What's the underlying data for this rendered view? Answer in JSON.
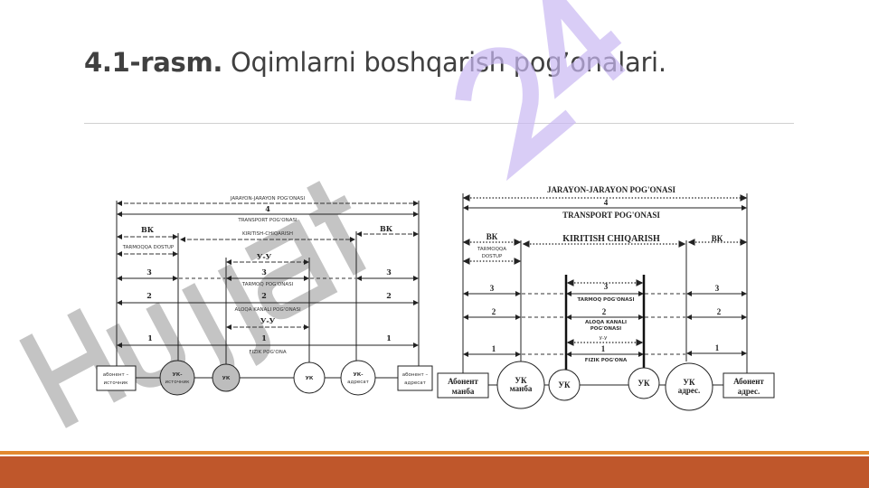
{
  "slide": {
    "title_bold": "4.1-rasm.",
    "title_rest": " Oqimlarni boshqarish pog’onalari."
  },
  "watermark": {
    "text_gray": "Hujjat",
    "text_purple": "24"
  },
  "diagram_left": {
    "session": "JARAYON-JARAYON POG'ONASI",
    "four": "4",
    "transport": "TRANSPORT POG'ONASI",
    "bk": "ВК",
    "io": "KIRITISH-CHIQARISH",
    "access": "TARMOQQA DOSTUP",
    "yy": "У-У",
    "three": "3",
    "network": "TARMOQ POG'ONASI",
    "two": "2",
    "channel": "ALOQA KANALI POG'ONASI",
    "one": "1",
    "physical": "FIZIK POG'ONA",
    "nodes": {
      "src_box": [
        "абонент –",
        "источник"
      ],
      "uk_src": [
        "УК-",
        "источник"
      ],
      "uk": "УК",
      "uk_dst": [
        "УК-",
        "адресат"
      ],
      "dst_box": [
        "абонент –",
        "адресат"
      ]
    }
  },
  "diagram_right": {
    "session": "JARAYON-JARAYON POG'ONASI",
    "four": "4",
    "transport": "TRANSPORT POG'ONASI",
    "bk": "ВК",
    "io": "KIRITISH CHIQARISH",
    "access": [
      "TARMOQQA",
      "DOSTUP"
    ],
    "three": "3",
    "network": "TARMOQ POG'ONASI",
    "two": "2",
    "channel": [
      "ALOQA KANALI",
      "POG'ONASI"
    ],
    "yy": "У-У",
    "one": "1",
    "physical": "FIZIK POG'ONA",
    "nodes": {
      "src_box": [
        "Абонент",
        "манба"
      ],
      "uk_src": [
        "УК",
        "манба"
      ],
      "uk": "УК",
      "uk_dst": [
        "УК",
        "адрес."
      ],
      "dst_box": [
        "Абонент",
        "адрес."
      ]
    }
  }
}
